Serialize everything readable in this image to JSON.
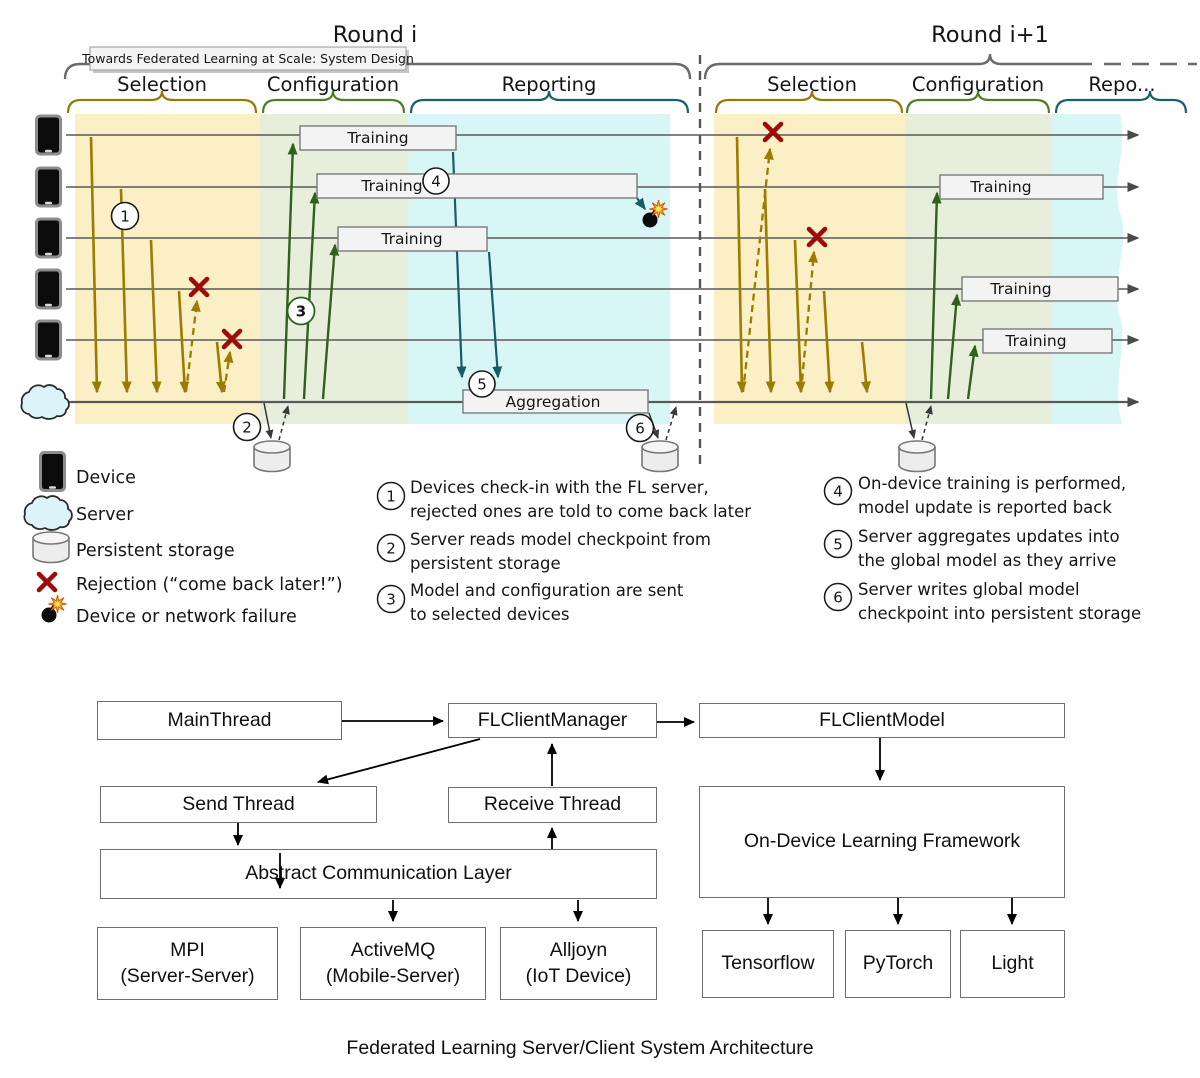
{
  "figure": {
    "round_i": {
      "title": "Round i",
      "selection": "Selection",
      "configuration": "Configuration",
      "reporting": "Reporting"
    },
    "round_i1": {
      "title": "Round i+1",
      "selection": "Selection",
      "configuration": "Configuration",
      "reporting": "Repo..."
    },
    "tooltip": "Towards Federated Learning at Scale: System Design",
    "training": "Training",
    "aggregation": "Aggregation"
  },
  "markers": {
    "m1": "1",
    "m2": "2",
    "m3": "3",
    "m4": "4",
    "m5": "5",
    "m6": "6"
  },
  "legend": {
    "device": "Device",
    "server": "Server",
    "storage": "Persistent storage",
    "rejection": "Rejection (“come back later!”)",
    "failure": "Device or network failure"
  },
  "notes": {
    "n1a": "Devices check-in with the FL server,",
    "n1b": "rejected ones are told to come back later",
    "n2a": "Server reads model checkpoint from",
    "n2b": "persistent storage",
    "n3a": "Model and configuration are sent",
    "n3b": "to selected devices",
    "n4a": "On-device training is performed,",
    "n4b": "model update is reported back",
    "n5a": "Server aggregates updates into",
    "n5b": "the global model as they arrive",
    "n6a": "Server writes global model",
    "n6b": "checkpoint into persistent storage"
  },
  "architecture": {
    "caption": "Federated Learning Server/Client System Architecture",
    "main_thread": "MainThread",
    "fl_client_manager": "FLClientManager",
    "fl_client_model": "FLClientModel",
    "send_thread": "Send Thread",
    "receive_thread": "Receive Thread",
    "acl": "Abstract Communication Layer",
    "odlf": "On-Device Learning Framework",
    "mpi_line1": "MPI",
    "mpi_line2": "(Server-Server)",
    "activemq_line1": "ActiveMQ",
    "activemq_line2": "(Mobile-Server)",
    "alljoyn_line1": "Alljoyn",
    "alljoyn_line2": "(IoT Device)",
    "tensorflow": "Tensorflow",
    "pytorch": "PyTorch",
    "light": "Light"
  },
  "colors": {
    "selection": "#97790a",
    "configuration": "#527d2a",
    "reporting": "#1a5f6b",
    "selection_zone": "#faefc5",
    "configuration_zone": "#e7eedb",
    "reporting_zone": "#d8f6f6",
    "rejection_x": "#9e0b0b",
    "arrow_olive": "#9b7b00",
    "arrow_green": "#2f631b",
    "arrow_teal": "#155d68"
  }
}
